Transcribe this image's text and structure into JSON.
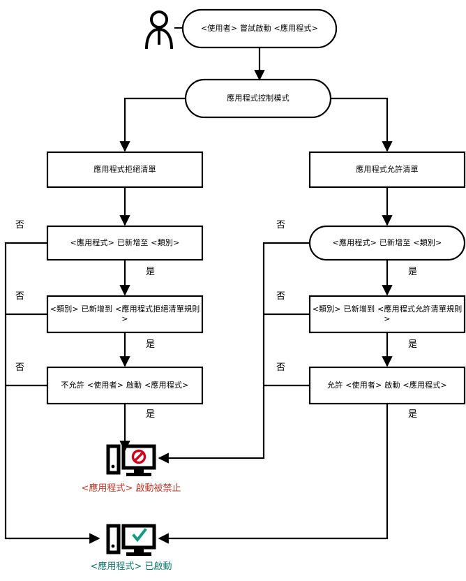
{
  "diagram": {
    "title": "Application Control operation flowchart",
    "actor": {
      "icon": "user-person-icon"
    },
    "colors": {
      "stroke": "#000000",
      "denied_text": "#c0392b",
      "allowed_text": "#0f7a6b",
      "deny_mark": "#d0021b",
      "allow_mark": "#129a83",
      "background": "#ffffff"
    },
    "nodes": {
      "start": {
        "label": "<使用者> 嘗試啟動 <應用程式>",
        "shape": "stadium"
      },
      "mode": {
        "label": "應用程式控制模式",
        "shape": "stadium"
      },
      "deny_list": {
        "label": "應用程式拒絕清單",
        "shape": "rect"
      },
      "allow_list": {
        "label": "應用程式允許清單",
        "shape": "rect"
      },
      "deny_added_category": {
        "label": "<應用程式> 已新增至 <類別>",
        "shape": "rect"
      },
      "allow_added_category": {
        "label": "<應用程式> 已新增至 <類別>",
        "shape": "stadium"
      },
      "deny_category_rule": {
        "label": "<類別> 已新增到 <應用程式拒絕清單規則>",
        "shape": "rect"
      },
      "allow_category_rule": {
        "label": "<類別> 已新增到 <應用程式允許清單規則>",
        "shape": "rect"
      },
      "deny_user_start": {
        "label": "不允許 <使用者> 啟動 <應用程式>",
        "shape": "rect"
      },
      "allow_user_start": {
        "label": "允許 <使用者> 啟動 <應用程式>",
        "shape": "rect"
      }
    },
    "terminals": {
      "blocked": {
        "caption": "<應用程式> 啟動被禁止",
        "icon": "monitor-blocked-icon"
      },
      "started": {
        "caption": "<應用程式> 已啟動",
        "icon": "monitor-allowed-icon"
      }
    },
    "edge_labels": {
      "yes": "是",
      "no": "否"
    },
    "edges": [
      {
        "from": "actor-start",
        "to": "start",
        "label": ""
      },
      {
        "from": "start",
        "to": "mode",
        "label": ""
      },
      {
        "from": "mode",
        "to": "deny_list",
        "label": ""
      },
      {
        "from": "mode",
        "to": "allow_list",
        "label": ""
      },
      {
        "from": "deny_list",
        "to": "deny_added_category",
        "label": ""
      },
      {
        "from": "allow_list",
        "to": "allow_added_category",
        "label": ""
      },
      {
        "from": "deny_added_category",
        "to": "deny_category_rule",
        "label": "是"
      },
      {
        "from": "deny_added_category",
        "to": "started",
        "label": "否"
      },
      {
        "from": "deny_category_rule",
        "to": "deny_user_start",
        "label": "是"
      },
      {
        "from": "deny_category_rule",
        "to": "started",
        "label": "否"
      },
      {
        "from": "deny_user_start",
        "to": "blocked",
        "label": "是"
      },
      {
        "from": "deny_user_start",
        "to": "started",
        "label": "否"
      },
      {
        "from": "allow_added_category",
        "to": "allow_category_rule",
        "label": "是"
      },
      {
        "from": "allow_added_category",
        "to": "blocked",
        "label": "否"
      },
      {
        "from": "allow_category_rule",
        "to": "allow_user_start",
        "label": "是"
      },
      {
        "from": "allow_category_rule",
        "to": "blocked",
        "label": "否"
      },
      {
        "from": "allow_user_start",
        "to": "started",
        "label": "是"
      },
      {
        "from": "allow_user_start",
        "to": "blocked",
        "label": "否"
      }
    ]
  }
}
